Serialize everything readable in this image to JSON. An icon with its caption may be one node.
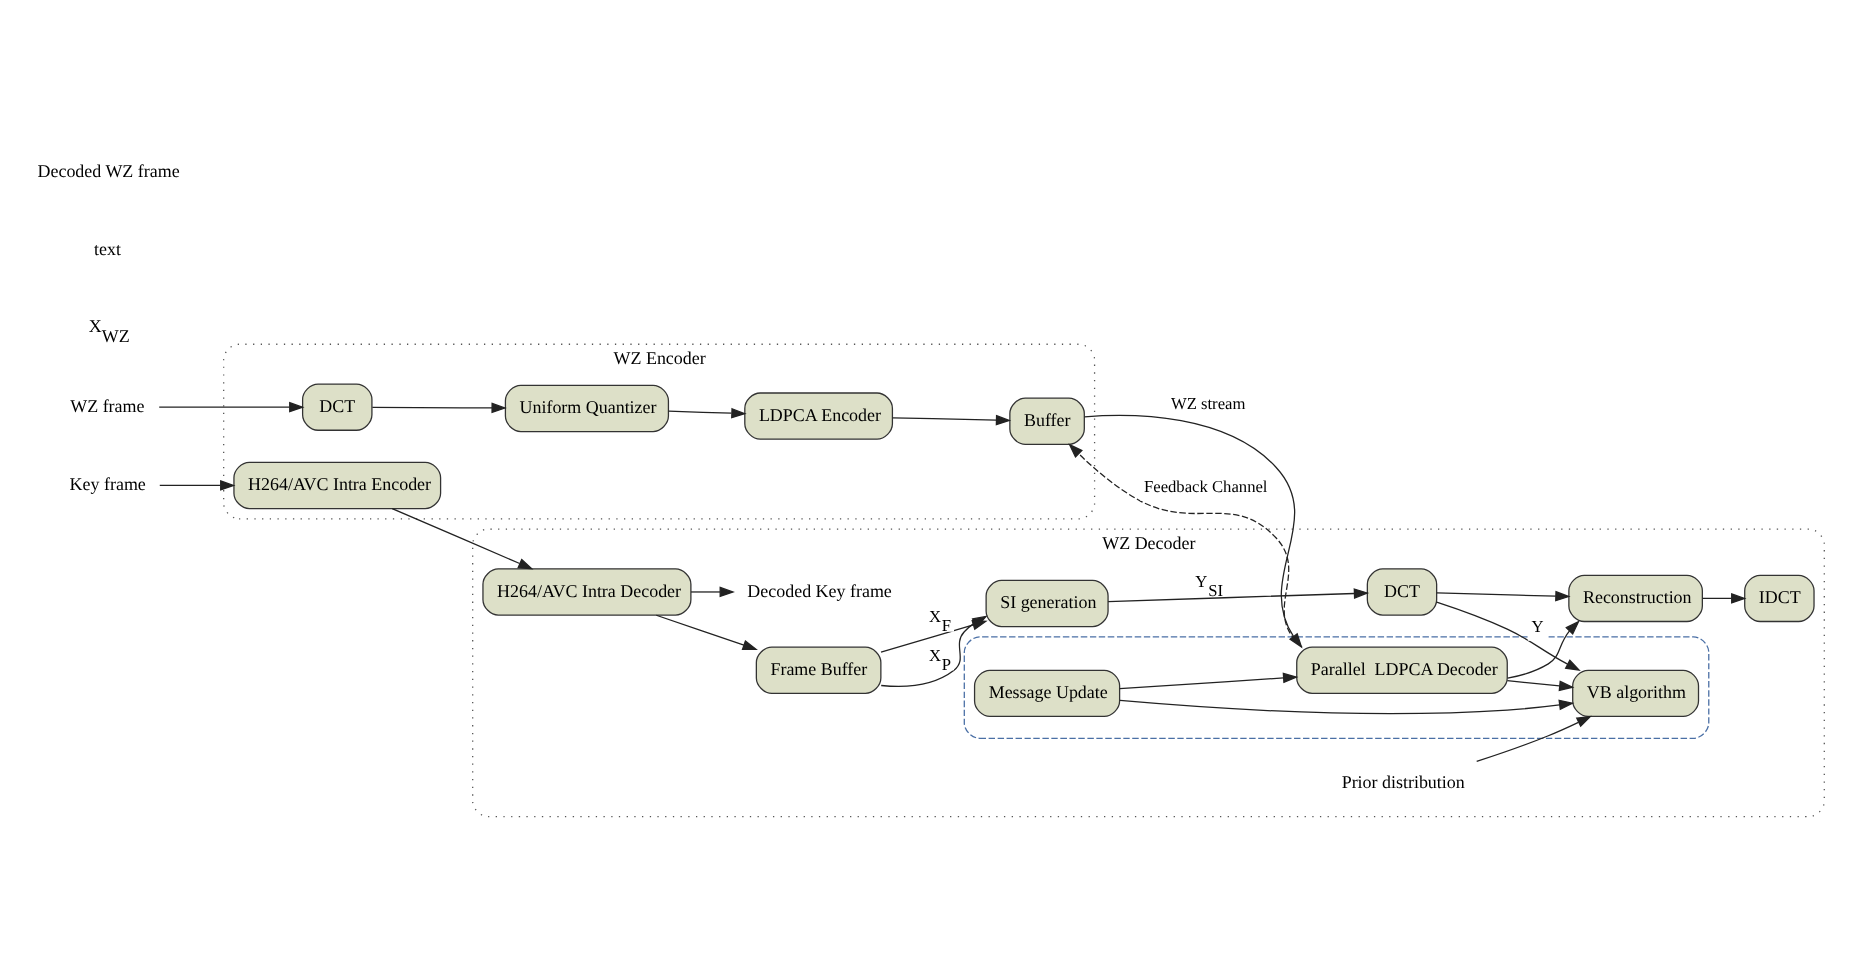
{
  "diagram": {
    "nodes": [
      {
        "text": [
          "WZ Encoder"
        ]
      },
      {
        "text": [
          "LDPCA Encoder"
        ],
        "in": 0
      },
      {
        "text": [
          "Uniform Quantizer"
        ],
        "in": 0
      },
      {
        "text": [
          "DCT"
        ],
        "in": 0
      },
      {
        "text": [
          "Buffer"
        ],
        "in": 0
      },
      {
        "text": [
          "H264/AVC Intra Encoder"
        ],
        "in": 0
      },
      {
        "text": [
          "WZ Decoder"
        ]
      },
      {
        "text": [],
        "shape": "box",
        "in": 6
      },
      {
        "text": [
          "Parallel  LDPCA Decoder"
        ],
        "in": 7
      },
      {
        "text": [
          "Message Update"
        ],
        "in": 7
      },
      {
        "text": [
          "VB algorithm"
        ],
        "in": 7
      },
      {
        "text": [
          "Reconstruction"
        ],
        "in": 6
      },
      {
        "text": [
          "IDCT"
        ],
        "in": 6
      },
      {
        "text": [
          "DCT"
        ],
        "in": 6
      },
      {
        "text": [
          "SI generation"
        ],
        "in": 6
      },
      {
        "text": [
          "Frame Buffer"
        ],
        "in": 6
      },
      {
        "text": [
          "H264/AVC Intra Decoder"
        ],
        "in": 6
      },
      {
        "text": [
          "WZ frame"
        ]
      },
      {
        "text": [
          "Key frame"
        ]
      },
      {
        "text": [
          "Prior distribution"
        ],
        "in": 6
      },
      {
        "text": [
          "Decoded Key frame"
        ],
        "in": 6
      }
    ],
    "edges": [
      {
        "from": 17,
        "to": 3,
        "arrow": "to"
      },
      {
        "from": 3,
        "to": 2,
        "arrow": "to"
      },
      {
        "from": 2,
        "to": 1,
        "arrow": "to"
      },
      {
        "from": 1,
        "to": 4,
        "arrow": "to"
      },
      {
        "from": 4,
        "to": 8,
        "arrow": "to",
        "label": "WZ stream"
      },
      {
        "from": 8,
        "to": 4,
        "arrow": "to",
        "label": "Feedback Channel",
        "style": "dashed"
      },
      {
        "from": 9,
        "to": 8,
        "arrow": "to"
      },
      {
        "from": 8,
        "to": 10,
        "arrow": "to"
      },
      {
        "from": 9,
        "to": 10,
        "arrow": "to"
      },
      {
        "from": 13,
        "to": 10,
        "arrow": "to",
        "label": "Y"
      },
      {
        "from": 19,
        "to": 10,
        "arrow": "to"
      },
      {
        "from": 8,
        "to": 11,
        "arrow": "to"
      },
      {
        "from": 11,
        "to": 12,
        "arrow": "to"
      },
      {
        "from": 13,
        "to": 11,
        "arrow": "to"
      },
      {
        "from": 14,
        "to": 13,
        "arrow": "to",
        "label": "Y$_{SI}$"
      },
      {
        "from": 15,
        "to": 14,
        "arrow": "to",
        "label": "X$_{P}$"
      },
      {
        "from": 15,
        "to": 14,
        "arrow": "to",
        "label": "X$_{F}$"
      },
      {
        "from": 16,
        "to": 15,
        "arrow": "to"
      },
      {
        "from": 16,
        "to": 20,
        "arrow": "to"
      },
      {
        "from": 18,
        "to": 5,
        "arrow": "to"
      },
      {
        "from": 5,
        "to": 16,
        "arrow": "to"
      }
    ],
    "labels": [
      "X$_{WZ}$",
      "text",
      "Decoded WZ frame"
    ]
  }
}
